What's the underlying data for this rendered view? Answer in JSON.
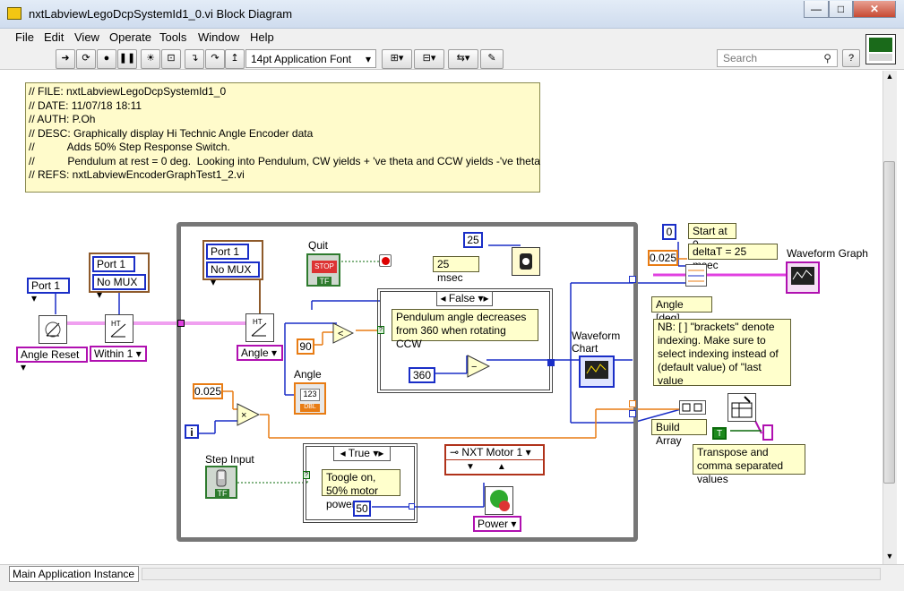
{
  "window": {
    "title": "nxtLabviewLegoDcpSystemId1_0.vi Block Diagram",
    "minimize": "—",
    "maximize": "□",
    "close": "✕"
  },
  "menu": [
    "File",
    "Edit",
    "View",
    "Operate",
    "Tools",
    "Window",
    "Help"
  ],
  "toolbar": {
    "font": "14pt Application Font",
    "search_placeholder": "Search",
    "help": "?"
  },
  "comment_lines": [
    "// FILE: nxtLabviewLegoDcpSystemId1_0",
    "// DATE: 11/07/18 18:11",
    "// AUTH: P.Oh",
    "// DESC: Graphically display Hi Technic Angle Encoder data",
    "//           Adds 50% Step Response Switch.",
    "//           Pendulum at rest = 0 deg.  Looking into Pendulum, CW yields + 've theta and CCW yields -'ve theta",
    "// REFS: nxtLabviewEncoderGraphTest1_2.vi"
  ],
  "diagram": {
    "port1_left": "Port 1",
    "port1_mux": "Port 1",
    "mux": "No MUX",
    "angle_reset": "Angle Reset",
    "within1": "Within 1",
    "loop_port": "Port 1",
    "loop_mux": "No MUX",
    "angle_ring": "Angle",
    "quit_label": "Quit",
    "stop_text": "STOP",
    "tf": "TF",
    "const_25": "25",
    "msec_label": "25 msec",
    "false_case": "False",
    "pendulum_note": "Pendulum angle decreases from 360 when rotating CCW",
    "const_90": "90",
    "const_360": "360",
    "angle_indicator_label": "Angle",
    "indicator_text": "123",
    "dbl": "DBL",
    "const_0025_loop": "0.025",
    "i_term": "i",
    "waveform_chart": "Waveform\nChart",
    "step_input": "Step Input",
    "true_case": "True",
    "toggle_note": "Toogle on, 50% motor power",
    "const_50": "50",
    "motor": "NXT Motor 1",
    "power": "Power",
    "const_0": "0",
    "start_note": "Start at 0",
    "const_0025": "0.025",
    "delta_note": "deltaT = 25 msec",
    "angle_deg": "Angle [deg]",
    "waveform_graph": "Waveform Graph",
    "nb_note": "NB: [ ] \"brackets\" denote indexing.  Make sure to select indexing instead of (default value) of \"last value",
    "build_array": "Build Array",
    "t_const": "T",
    "transpose_note": "Transpose and comma separated values"
  },
  "status": {
    "instance": "Main Application Instance"
  },
  "colors": {
    "wire_dbl": "#e87c14",
    "wire_int": "#1a2ec7",
    "wire_nxt": "#e040e0",
    "wire_bool": "#0a6a0a",
    "structure": "#777777"
  }
}
